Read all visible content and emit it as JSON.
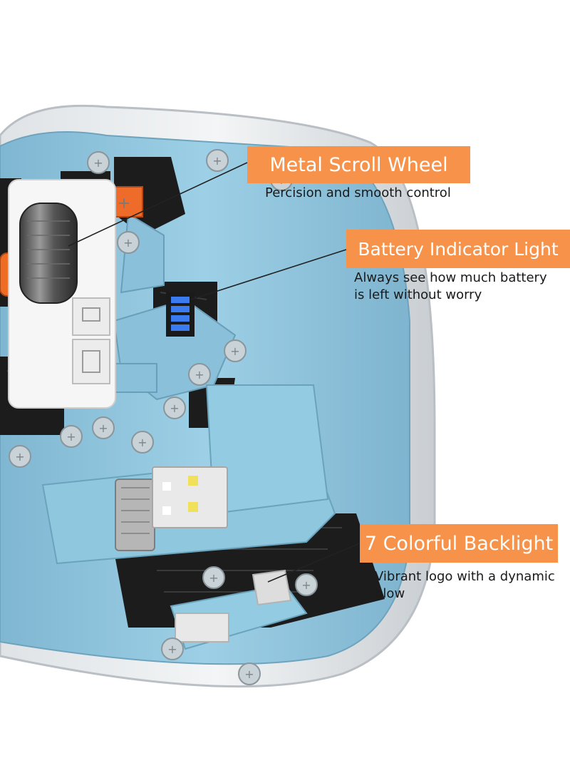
{
  "colors": {
    "accent": "#f7924a",
    "mouse_shell": "#8fc4dd",
    "circuit": "#1b1b1b"
  },
  "features": [
    {
      "title": "Metal Scroll Wheel",
      "description": [
        "Percision and smooth control"
      ]
    },
    {
      "title": "Battery Indicator Light",
      "description": [
        "Always see how much battery",
        "is left without worry"
      ]
    },
    {
      "title": "7 Colorful Backlight",
      "description": [
        "Vibrant logo with a dynamic",
        "glow"
      ]
    }
  ],
  "battery_led_level": 1.0
}
